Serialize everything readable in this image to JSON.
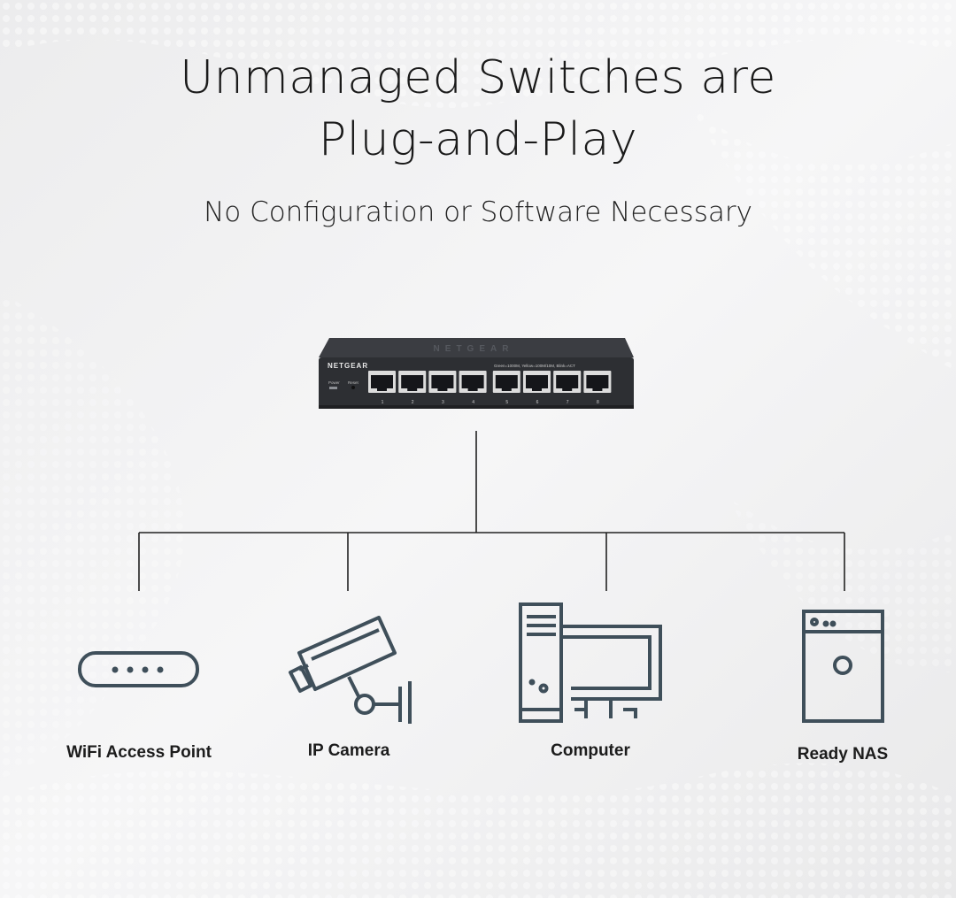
{
  "heading": {
    "line1": "Unmanaged Switches are",
    "line2": "Plug-and-Play",
    "subtitle": "No Configuration or Software Necessary"
  },
  "switch": {
    "brand": "NETGEAR",
    "top_brand": "NETGEAR",
    "led_legend": "Green=1000M, Yellow=100M/10M, Blink=ACT",
    "power_label": "Power",
    "reset_label": "Reset",
    "port_numbers": [
      "1",
      "2",
      "3",
      "4",
      "5",
      "6",
      "7",
      "8"
    ]
  },
  "devices": [
    {
      "label": "WiFi Access Point",
      "icon": "wifi-access-point-icon"
    },
    {
      "label": "IP Camera",
      "icon": "ip-camera-icon"
    },
    {
      "label": "Computer",
      "icon": "computer-icon"
    },
    {
      "label": "Ready NAS",
      "icon": "nas-icon"
    }
  ],
  "colors": {
    "icon_stroke": "#3f4f5a",
    "line": "#222222",
    "switch_body": "#2d2f33"
  }
}
